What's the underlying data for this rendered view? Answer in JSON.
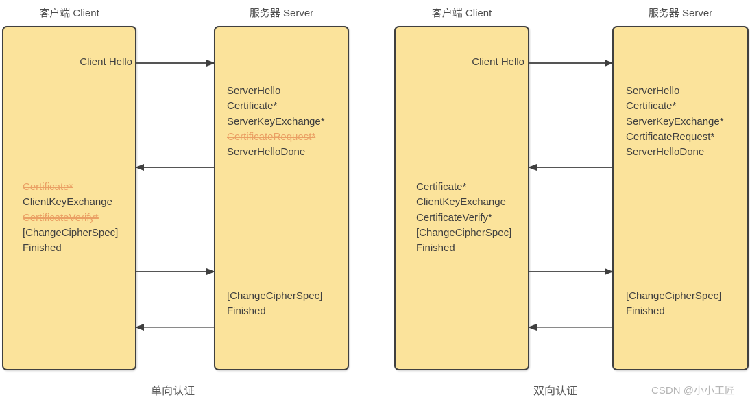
{
  "page": {
    "watermark": "CSDN @小小工匠"
  },
  "colors": {
    "box_fill": "#FBE39B",
    "box_border": "#404040",
    "message_text": "#404040",
    "strikethrough_text": "#EAA064",
    "title_text": "#4D4D4D",
    "caption_text": "#595959",
    "watermark_text": "#B5B5B5",
    "arrow": "#3F3F3F"
  },
  "diagrams": [
    {
      "id": "one-way-auth",
      "client_title": "客户端 Client",
      "server_title": "服务器 Server",
      "caption": "单向认证",
      "client_hello": "Client Hello",
      "server_flight1": [
        {
          "text": "ServerHello",
          "strike": false
        },
        {
          "text": "Certificate*",
          "strike": false
        },
        {
          "text": "ServerKeyExchange*",
          "strike": false
        },
        {
          "text": "CertificateRequest*",
          "strike": true
        },
        {
          "text": "ServerHelloDone",
          "strike": false
        }
      ],
      "client_flight": [
        {
          "text": "Certificate*",
          "strike": true
        },
        {
          "text": "ClientKeyExchange",
          "strike": false
        },
        {
          "text": "CertificateVerify*",
          "strike": true
        },
        {
          "text": "[ChangeCipherSpec]",
          "strike": false
        },
        {
          "text": "Finished",
          "strike": false
        }
      ],
      "server_flight2": [
        {
          "text": "[ChangeCipherSpec]",
          "strike": false
        },
        {
          "text": "Finished",
          "strike": false
        }
      ]
    },
    {
      "id": "two-way-auth",
      "client_title": "客户端 Client",
      "server_title": "服务器 Server",
      "caption": "双向认证",
      "client_hello": "Client Hello",
      "server_flight1": [
        {
          "text": "ServerHello",
          "strike": false
        },
        {
          "text": "Certificate*",
          "strike": false
        },
        {
          "text": "ServerKeyExchange*",
          "strike": false
        },
        {
          "text": "CertificateRequest*",
          "strike": false
        },
        {
          "text": "ServerHelloDone",
          "strike": false
        }
      ],
      "client_flight": [
        {
          "text": "Certificate*",
          "strike": false
        },
        {
          "text": "ClientKeyExchange",
          "strike": false
        },
        {
          "text": "CertificateVerify*",
          "strike": false
        },
        {
          "text": "[ChangeCipherSpec]",
          "strike": false
        },
        {
          "text": "Finished",
          "strike": false
        }
      ],
      "server_flight2": [
        {
          "text": "[ChangeCipherSpec]",
          "strike": false
        },
        {
          "text": "Finished",
          "strike": false
        }
      ]
    }
  ]
}
